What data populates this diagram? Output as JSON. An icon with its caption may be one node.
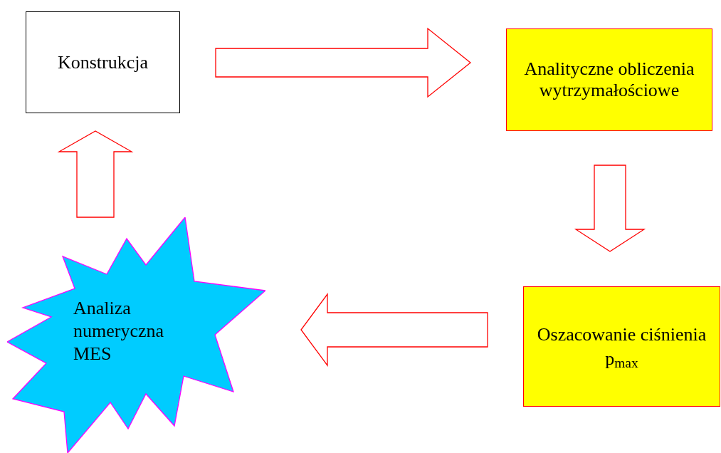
{
  "diagram": {
    "nodes": [
      {
        "text": [
          "Konstrukcja"
        ]
      },
      {
        "text": [
          "Analityczne obliczenia wytrzymałościowe"
        ]
      },
      {
        "text": [
          "Oszacowanie ciśnienia",
          "p$_{max}$"
        ]
      },
      {
        "text": [
          "Analiza numeryczna MES"
        ]
      }
    ],
    "edges": [
      {
        "from": 0,
        "to": 1,
        "arrow": "to"
      },
      {
        "from": 1,
        "to": 2,
        "arrow": "to"
      },
      {
        "from": 2,
        "to": 3,
        "arrow": "to"
      },
      {
        "from": 3,
        "to": 0,
        "arrow": "to"
      }
    ]
  }
}
